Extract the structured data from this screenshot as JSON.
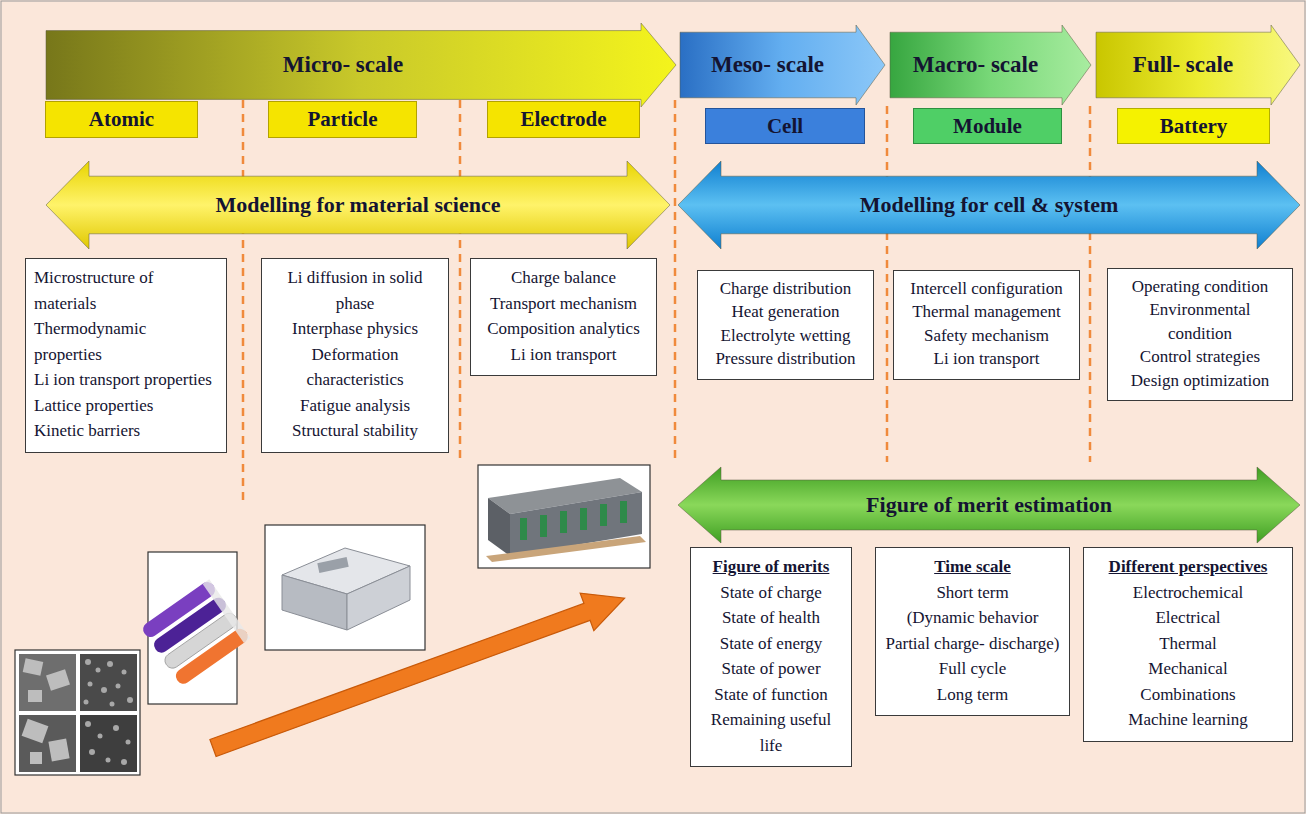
{
  "diagram": {
    "nodes": [
      {
        "text": [
          "Micro- scale"
        ]
      },
      {
        "text": [
          "Meso- scale"
        ]
      },
      {
        "text": [
          "Macro- scale"
        ]
      },
      {
        "text": [
          "Full- scale"
        ]
      },
      {
        "text": [
          "Atomic"
        ]
      },
      {
        "text": [
          "Particle"
        ]
      },
      {
        "text": [
          "Electrode"
        ]
      },
      {
        "text": [
          "Cell"
        ]
      },
      {
        "text": [
          "Module"
        ]
      },
      {
        "text": [
          "Battery"
        ]
      },
      {
        "text": [
          "Modelling for material science"
        ]
      },
      {
        "text": [
          "Modelling for cell & system"
        ]
      },
      {
        "text": [
          "Microstructure of materials",
          "Thermodynamic properties",
          "Li ion transport properties",
          "Lattice properties",
          "Kinetic barriers"
        ]
      },
      {
        "text": [
          "Li diffusion in solid phase",
          "Interphase physics",
          "Deformation characteristics",
          "Fatigue analysis",
          "Structural stability"
        ]
      },
      {
        "text": [
          "Charge balance",
          "Transport mechanism",
          "Composition analytics",
          "Li ion transport"
        ]
      },
      {
        "text": [
          "Charge distribution",
          "Heat generation",
          "Electrolyte wetting",
          "Pressure distribution"
        ]
      },
      {
        "text": [
          "Intercell configuration",
          "Thermal management",
          "Safety mechanism",
          "Li ion transport"
        ]
      },
      {
        "text": [
          "Operating condition",
          "Environmental condition",
          "Control strategies",
          "Design optimization"
        ]
      },
      {
        "text": [
          "Figure of merit estimation"
        ]
      },
      {
        "text": [
          "Figure of merits",
          "State of charge",
          "State of health",
          "State of energy",
          "State of power",
          "State of function",
          "Remaining useful life"
        ]
      },
      {
        "text": [
          "Time scale",
          "Short term",
          "(Dynamic behavior Partial charge- discharge)",
          "Full cycle",
          "Long term"
        ]
      },
      {
        "text": [
          "Different perspectives",
          "Electrochemical",
          "Electrical",
          "Thermal",
          "Mechanical",
          "Combinations",
          "Machine learning"
        ]
      }
    ]
  }
}
